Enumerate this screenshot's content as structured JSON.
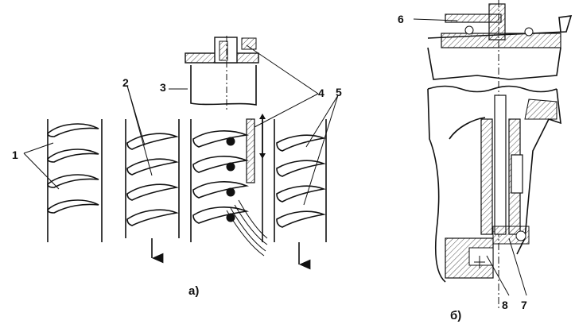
{
  "figure": {
    "panel_a": {
      "caption": "а)"
    },
    "panel_b": {
      "caption": "б)"
    },
    "labels": {
      "l1": "1",
      "l2": "2",
      "l3": "3",
      "l4": "4",
      "l5": "5",
      "l6": "6",
      "l7": "7",
      "l8": "8"
    }
  }
}
